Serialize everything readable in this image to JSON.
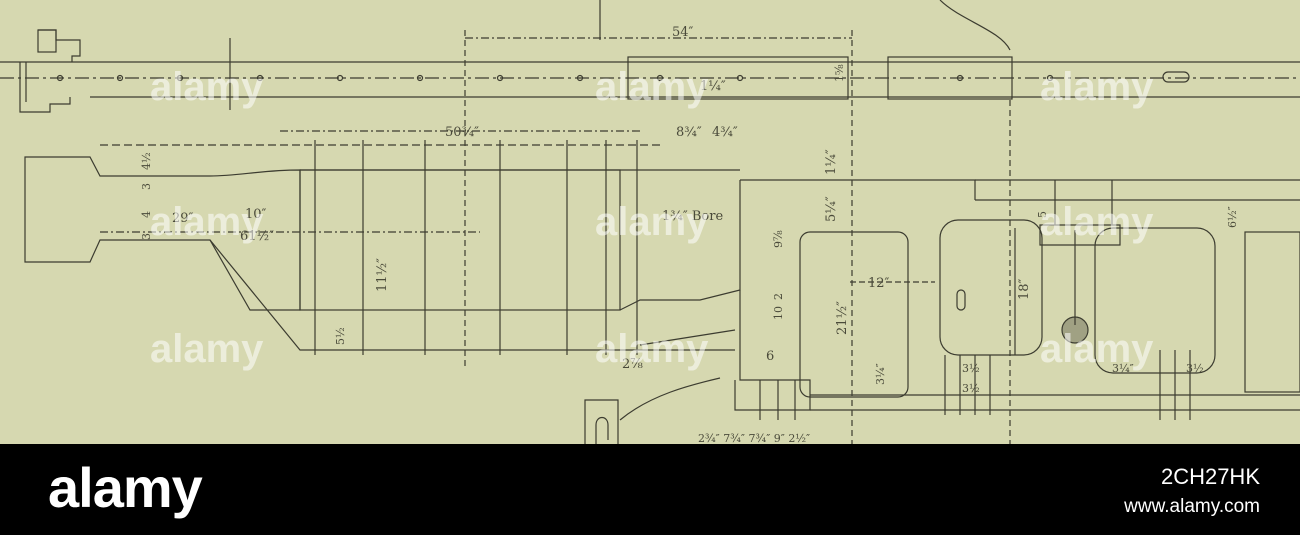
{
  "drawing": {
    "dimensions": {
      "d54": "54″",
      "d1q": "1¼″",
      "d1_58": "1⁵⁄₈",
      "d50": "50¾″",
      "d8": "8¾″",
      "d4": "4¾″",
      "d4left": "4½",
      "d3": "3",
      "d4b": "4",
      "d3b": "3",
      "d29": "29″",
      "d10": "10″",
      "d61": "61½″",
      "d11": "11½″",
      "d5half": "5½",
      "d2_78": "2⅞",
      "d9": "9⅞",
      "d10b": "10",
      "d2": "2",
      "d6": "6",
      "d12": "12″",
      "d21": "21½″",
      "d18": "18″",
      "d5": "5",
      "d6half": "6½″",
      "d1q_vert": "1¼″",
      "d5q": "5¼″",
      "d3q": "3¼″",
      "d3h1": "3½",
      "d3h2": "3½",
      "d3q2": "3¼″",
      "d3r": "3½",
      "bore": "1¾″ Bore",
      "bottom": "2¾″ 7¾″ 7¾″ 9″ 2½″"
    },
    "watermark": "alamy"
  },
  "footer": {
    "logo": "alamy",
    "code": "2CH27HK",
    "site": "www.alamy.com"
  }
}
